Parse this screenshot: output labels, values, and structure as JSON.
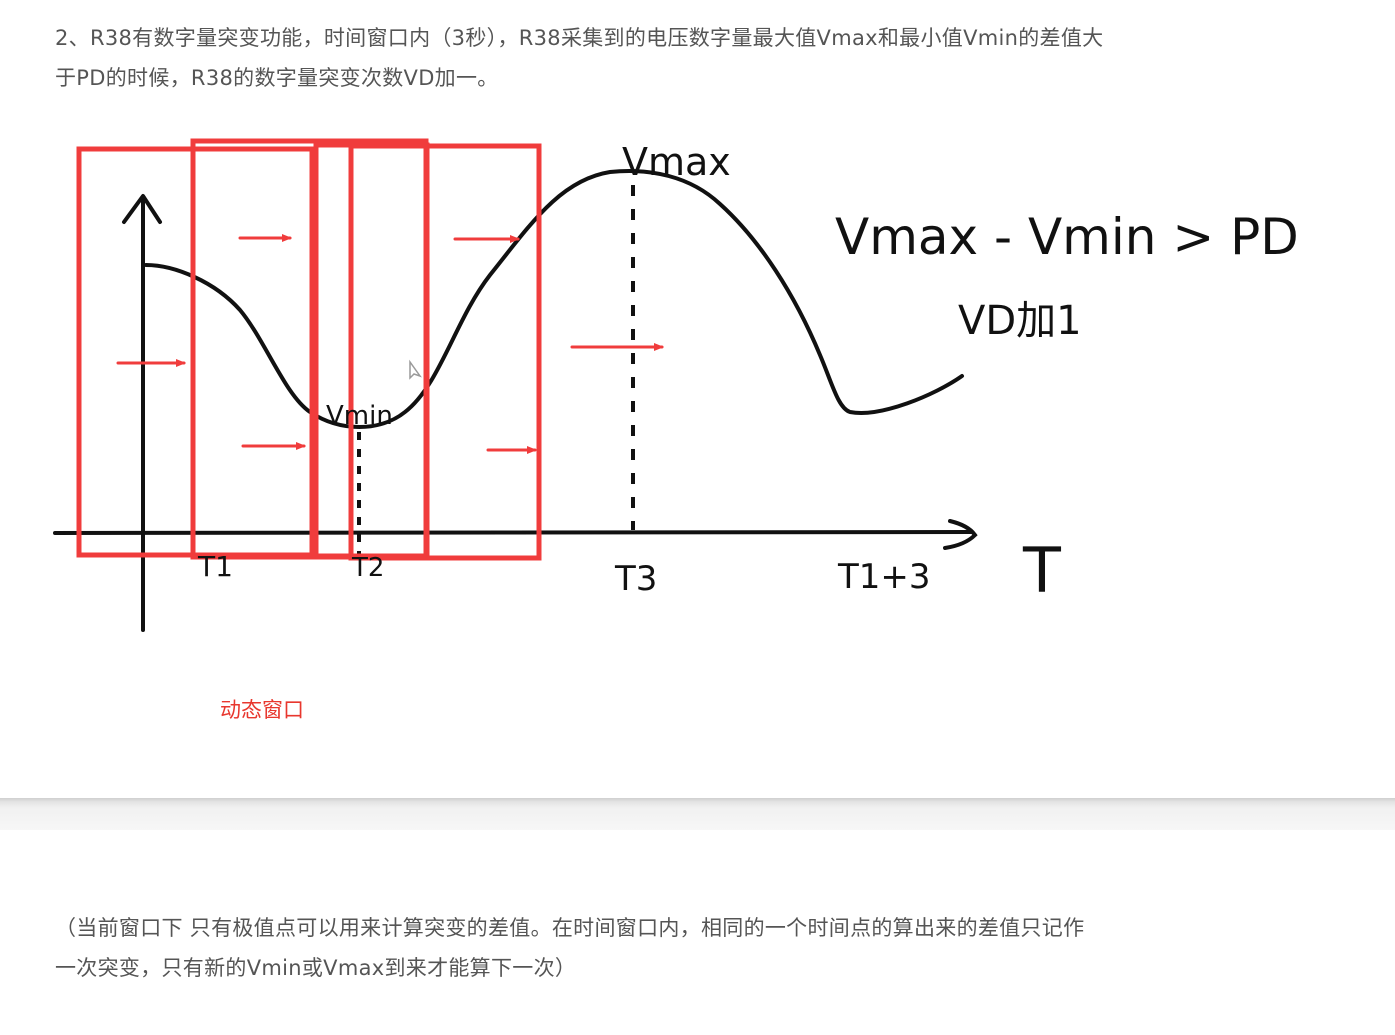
{
  "text": {
    "top_line1": "2、R38有数字量突变功能，时间窗口内（3秒），R38采集到的电压数字量最大值Vmax和最小值Vmin的差值大",
    "top_line2": "于PD的时候，R38的数字量突变次数VD加一。",
    "bottom_line1": "（当前窗口下 只有极值点可以用来计算突变的差值。在时间窗口内，相同的一个时间点的算出来的差值只记作",
    "bottom_line2": "一次突变，只有新的Vmin或Vmax到来才能算下一次）"
  },
  "diagram": {
    "label_vmax": "Vmax",
    "label_vmin": "Vmin",
    "formula": "Vmax - Vmin > PD",
    "result": "VD加1",
    "axis_t": "T",
    "tick_t1": "T1",
    "tick_t2": "T2",
    "tick_t3": "T3",
    "tick_t1_plus_3": "T1+3",
    "caption": "动态窗口"
  },
  "colors": {
    "window_red": "#f03c3c",
    "arrow_red": "#f03c3c",
    "ink": "#111111",
    "text_gray": "#555555",
    "caption_red": "#e8372e"
  }
}
